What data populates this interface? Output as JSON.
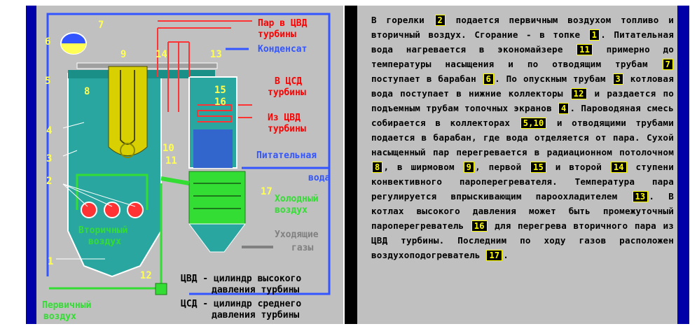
{
  "colors": {
    "panel_bg": "#c0c0c0",
    "frame_blue": "#0000a8",
    "callout_yellow": "#ffff55",
    "steam_red": "#ff0000",
    "water_blue": "#3355ff",
    "air_green": "#33dd33",
    "flue_gray": "#808080",
    "furnace_teal": "#2aa6a0"
  },
  "diagram": {
    "numbers": [
      "1",
      "2",
      "3",
      "4",
      "5",
      "6",
      "7",
      "8",
      "9",
      "10",
      "11",
      "12",
      "13",
      "14",
      "15",
      "16",
      "17"
    ],
    "labels": {
      "steam_to_hp_1": "Пар в ЦВД",
      "steam_to_hp_2": "турбины",
      "condensate": "Конденсат",
      "to_ip_1": "В ЦСД",
      "to_ip_2": "турбины",
      "from_hp_1": "Из ЦВД",
      "from_hp_2": "турбины",
      "feed_water_1": "Питательная",
      "feed_water_2": "вода",
      "cold_air_1": "Холодный",
      "cold_air_2": "воздух",
      "flue_gas_1": "Уходящие",
      "flue_gas_2": "газы",
      "secondary_air_1": "Вторичный",
      "secondary_air_2": "воздух",
      "primary_air_1": "Первичный",
      "primary_air_2": "воздух"
    },
    "legend": {
      "hp_line1": "ЦВД - цилиндр высокого",
      "hp_line2": "давления турбины",
      "ip_line1": "ЦСД - цилиндр среднего",
      "ip_line2": "давления турбины"
    }
  },
  "description": {
    "segments": [
      {
        "t": "В горелки "
      },
      {
        "b": "2"
      },
      {
        "t": " подается первичным воздухом топливо и вторичный воздух.  Сгорание - в топке "
      },
      {
        "b": "1"
      },
      {
        "t": ". Питательная вода нагревается в экономайзере "
      },
      {
        "b": "11"
      },
      {
        "t": " примерно до температуры насыщения и по отводящим трубам "
      },
      {
        "b": "7"
      },
      {
        "t": " поступает в барабан "
      },
      {
        "b": "6"
      },
      {
        "t": ". По опускным трубам "
      },
      {
        "b": "3"
      },
      {
        "t": " котловая вода поступает в нижние коллекторы "
      },
      {
        "b": "12"
      },
      {
        "t": " и раздается по подъемным трубам топочных экранов "
      },
      {
        "b": "4"
      },
      {
        "t": ". Пароводяная смесь собирается в коллекторах "
      },
      {
        "b": "5,10"
      },
      {
        "t": " и отводящими трубами подается в барабан, где вода отделяется от пара. Сухой насыщенный пар перегревается в радиационном потолочном "
      },
      {
        "b": "8"
      },
      {
        "t": ", в ширмовом "
      },
      {
        "b": "9"
      },
      {
        "t": ", первой "
      },
      {
        "b": "15"
      },
      {
        "t": " и второй "
      },
      {
        "b": "14"
      },
      {
        "t": " ступени конвективного пароперегревателя. Температура пара регулируется впрыскивающим пароохладителем "
      },
      {
        "b": "13"
      },
      {
        "t": ".  В котлах высокого давления может быть промежуточный пароперегреватель "
      },
      {
        "b": "16"
      },
      {
        "t": " для перегрева вторичного пара из ЦВД турбины. Последним по ходу газов расположен воздухоподогреватель "
      },
      {
        "b": "17"
      },
      {
        "t": "."
      }
    ]
  }
}
